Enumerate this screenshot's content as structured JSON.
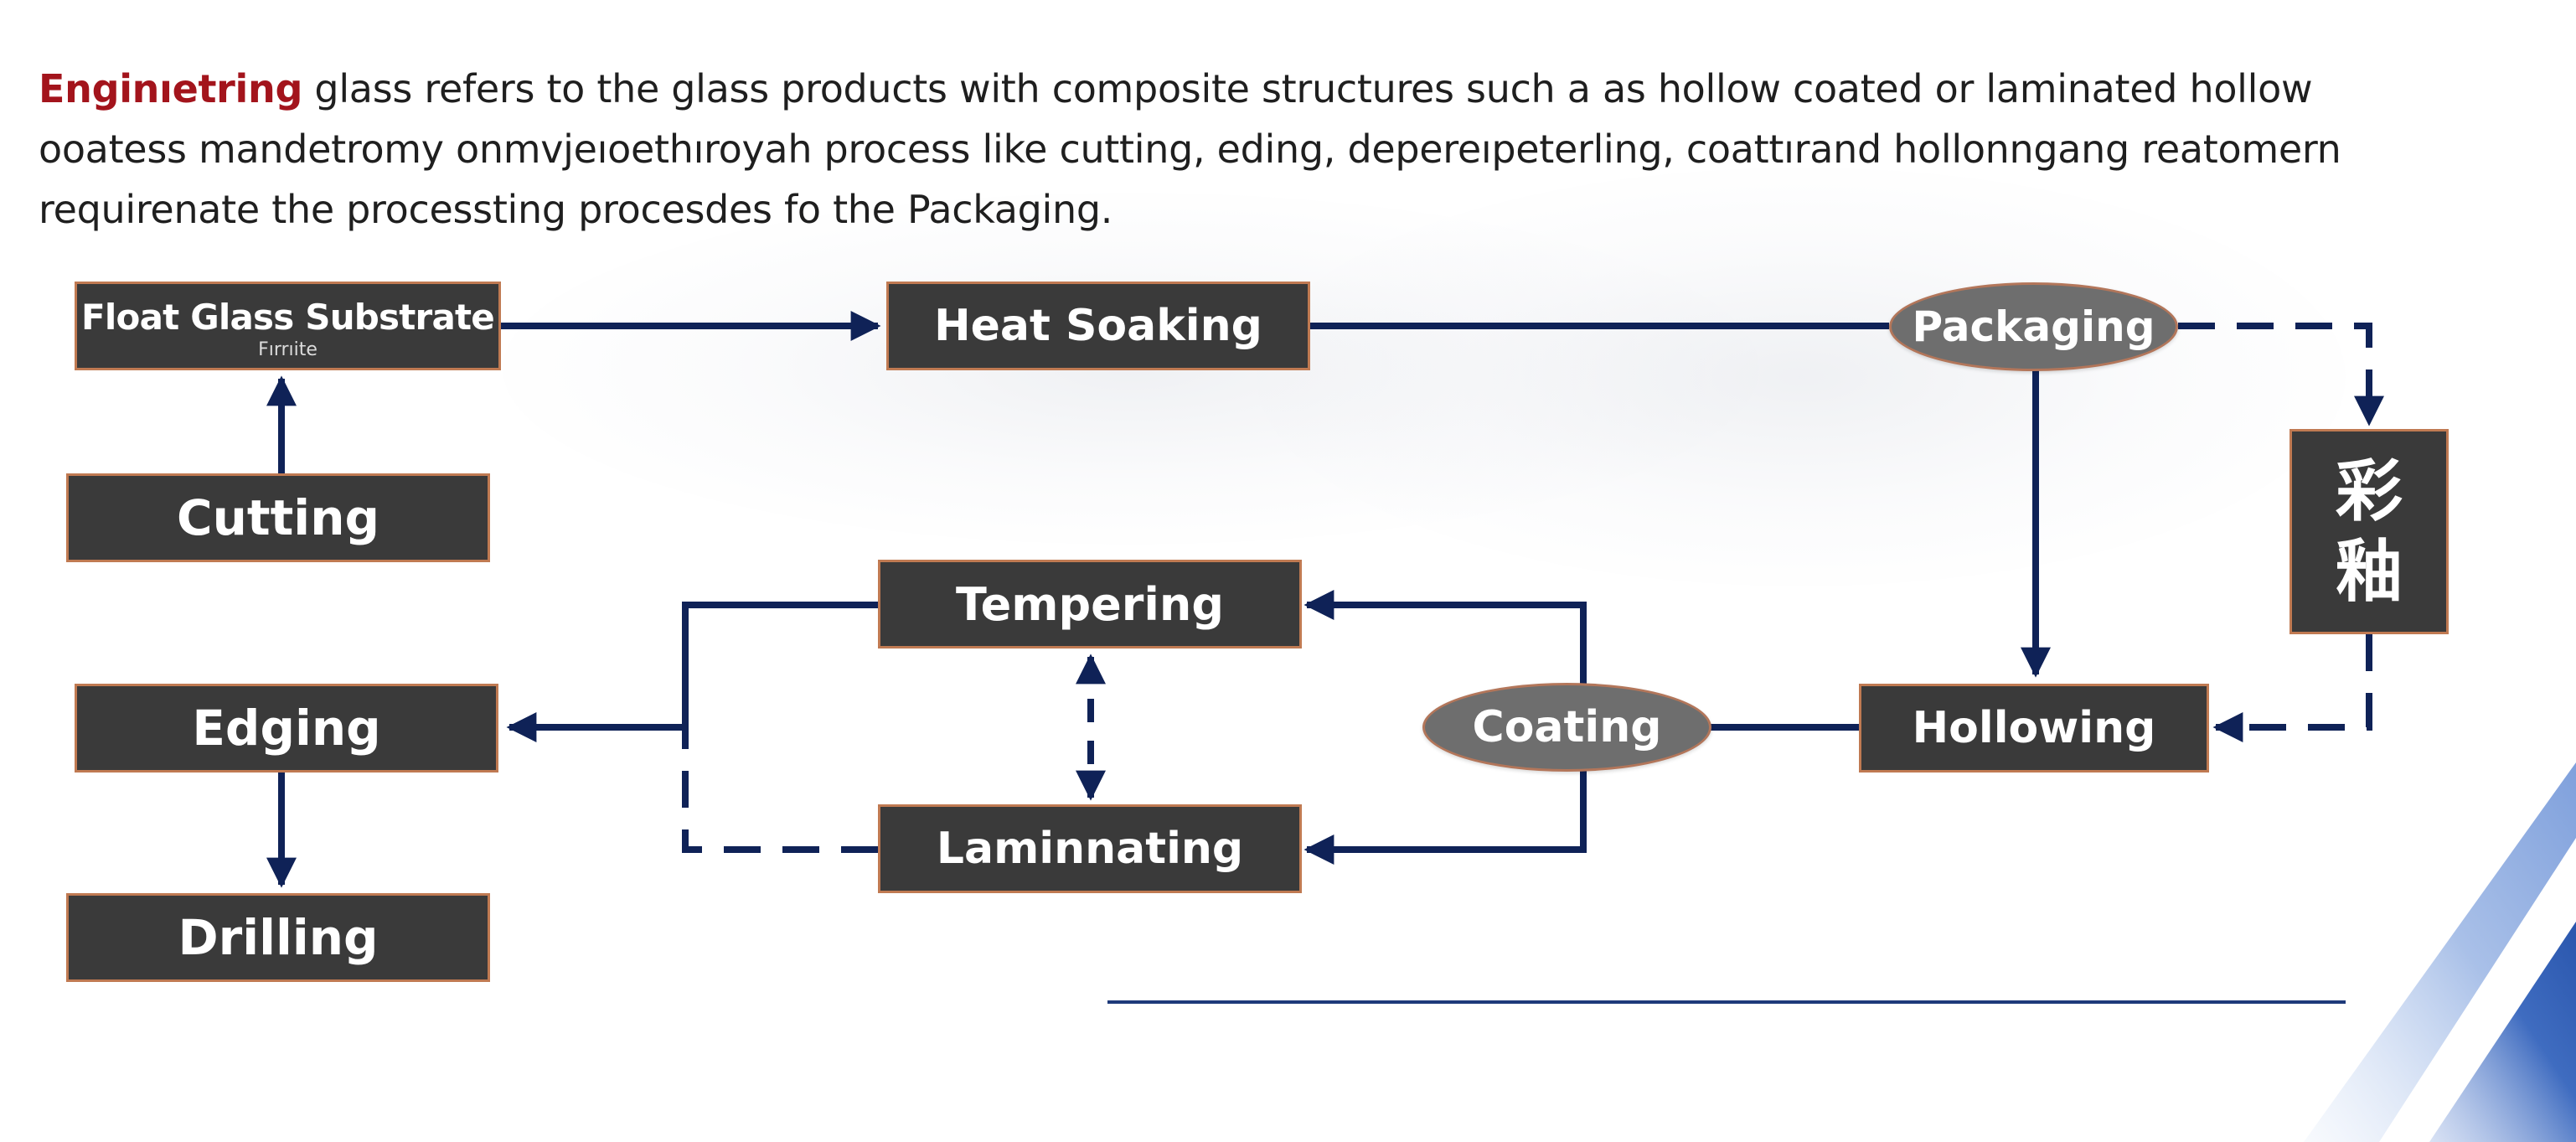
{
  "intro": {
    "lead_term": "Enginıetring",
    "line1_rest": " glass refers to the glass products with composite structures such a  as hollow coated or laminated hollow",
    "line2": "ooatess mandetromy onmvjeıoethıroуah process like cutting, eding, depereıpeterling, coattırand hollonngang reatomern",
    "line3": "requirenate the processting procesdes fo the Packaging."
  },
  "nodes": {
    "float_glass": {
      "label": "Float Glass Substrate",
      "sublabel": "Fırrıite"
    },
    "cutting": {
      "label": "Cutting"
    },
    "heat_soaking": {
      "label": "Heat Soaking"
    },
    "packaging": {
      "label": "Packaging"
    },
    "glaze": {
      "label_top": "彩",
      "label_bottom": "釉"
    },
    "tempering": {
      "label": "Tempering"
    },
    "edging": {
      "label": "Edging"
    },
    "coating": {
      "label": "Coating"
    },
    "hollowing": {
      "label": "Hollowing"
    },
    "laminating": {
      "label": "Laminnating"
    },
    "drilling": {
      "label": "Drilling"
    }
  },
  "colors": {
    "accent_red": "#a3141c",
    "arrow_navy": "#0f2257",
    "box_fill": "#3a3a3a",
    "box_border": "#c07a52",
    "oval_fill": "#6e6e6e",
    "stripe_blue": "#2f5fb8",
    "stripe_light": "#a9c0e8"
  }
}
